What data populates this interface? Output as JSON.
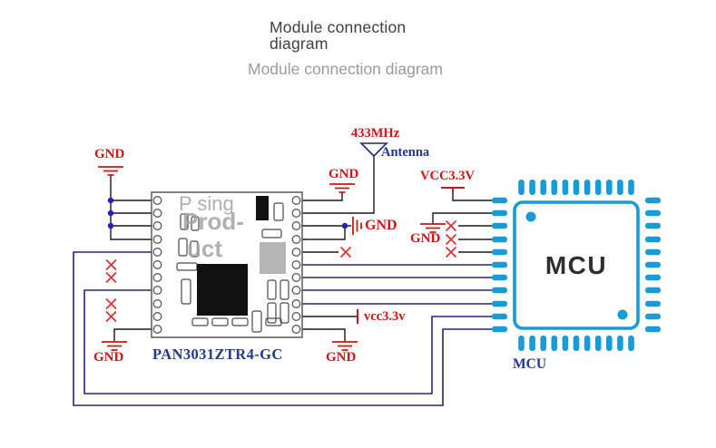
{
  "header": {
    "title_line1": "Module connection",
    "title_line2": "diagram",
    "subtitle": "Module connection diagram"
  },
  "module": {
    "name": "PAN3031ZTR4-GC",
    "watermark": [
      "P sing",
      "Prod-",
      "uct"
    ]
  },
  "mcu": {
    "chip_text": "MCU",
    "caption": "MCU"
  },
  "labels": {
    "gnd": "GND",
    "vcc_mcu": "VCC3.3V",
    "vcc_module": "vcc3.3v",
    "frequency": "433MHz",
    "antenna": "Antenna"
  },
  "colors": {
    "red": "#d01616",
    "navy_text": "#203a8f",
    "navy_wire": "#2b2478",
    "black_wire": "#1a1a1a",
    "mcu_cyan": "#189bd7",
    "module_outline": "#5a5a5a",
    "watermark_gray": "#a3a3a3",
    "title_dark": "#3f3f3f",
    "subtitle_gray": "#9b9b9b"
  }
}
